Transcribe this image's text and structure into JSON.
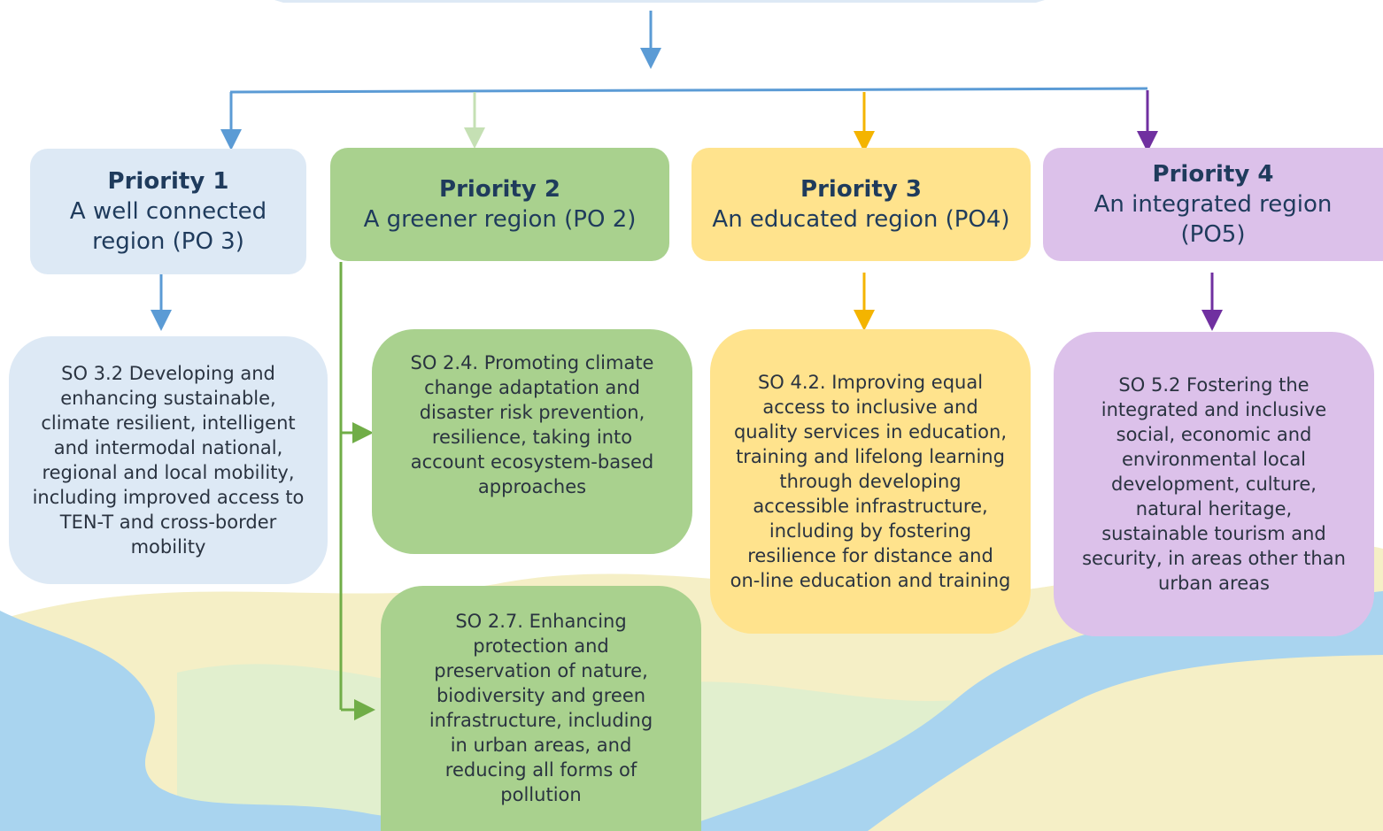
{
  "colors": {
    "priority1": "#5b9bd5",
    "priority2": "#70ad47",
    "priority2_light": "#c5e0b4",
    "priority3": "#f4b400",
    "priority4": "#7030a0",
    "river": "#a9d4ef",
    "land": "#f3ecc0"
  },
  "priorities": [
    {
      "title": "Priority 1",
      "subtitle": "A well connected region (PO 3)"
    },
    {
      "title": "Priority 2",
      "subtitle": "A greener region (PO 2)"
    },
    {
      "title": "Priority 3",
      "subtitle": "An educated region (PO4)"
    },
    {
      "title": "Priority 4",
      "subtitle": "An integrated region (PO5)"
    }
  ],
  "objectives": {
    "so32": "SO 3.2 Developing and enhancing sustainable, climate resilient, intelligent and intermodal national, regional and local mobility, including improved access to TEN-T and cross-border mobility",
    "so24": "SO 2.4. Promoting climate change adaptation and disaster risk prevention, resilience, taking into account ecosystem-based approaches",
    "so27": "SO 2.7. Enhancing protection and preservation of nature, biodiversity and green infrastructure, including in urban areas, and reducing all forms of pollution",
    "so42": "SO 4.2. Improving equal access to inclusive and quality services in education, training and lifelong learning through developing accessible infrastructure, including by fostering resilience for distance and on-line education and training",
    "so52": "SO 5.2 Fostering the integrated and inclusive social, economic and environmental local development, culture, natural heritage, sustainable tourism and security, in areas other than urban areas"
  }
}
